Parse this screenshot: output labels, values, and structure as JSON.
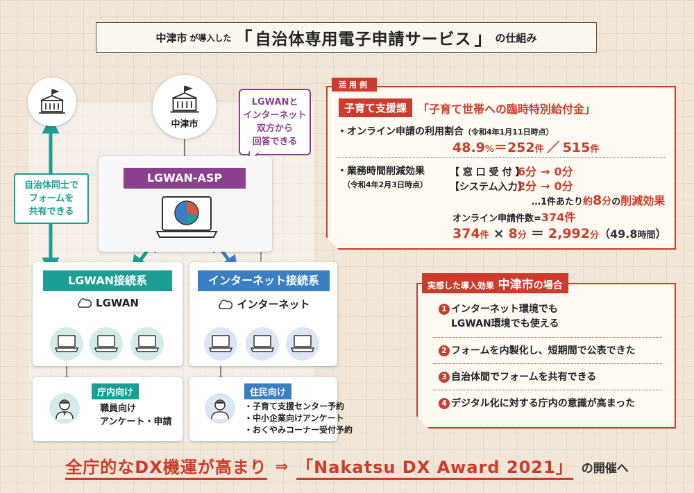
{
  "title": {
    "city": "中津市",
    "particle": "が導入した",
    "open_quote": "「",
    "service": "自治体専用電子申請サービス",
    "close_quote": "」",
    "suffix": "の仕組み"
  },
  "diagram": {
    "city_label": "中津市",
    "asp_label": "LGWAN-ASP",
    "callout_left": [
      "自治体同士で",
      "フォームを",
      "共有できる"
    ],
    "callout_right": [
      "LGWANと",
      "インターネット",
      "双方から",
      "回答できる"
    ],
    "lgwan_bar": "LGWAN接続系",
    "internet_bar": "インターネット接続系",
    "lgwan_net": "LGWAN",
    "internet_net": "インターネット",
    "staff_tag": "庁内向け",
    "staff_items": [
      "職員向け",
      "アンケート・申請"
    ],
    "resident_tag": "住民向け",
    "resident_items": [
      "・子育て支援センター予約",
      "・中小企業向けアンケート",
      "・おくやみコーナー受付予約"
    ]
  },
  "case": {
    "tag": "活用例",
    "dept": "子育て支援課",
    "program": "「子育て世帯への臨時特別給付金」",
    "usage_label": "・オンライン申請の利用割合",
    "usage_date": "（令和4年1月11日時点）",
    "usage_pct": "48.9",
    "usage_pct_unit": "%",
    "usage_eq": "＝",
    "usage_num": "252",
    "usage_num_unit": "件",
    "usage_slash": "／",
    "usage_den": "515",
    "usage_den_unit": "件",
    "time_label": "・業務時間削減効果",
    "time_date": "（令和4年2月3日時点）",
    "rows": [
      {
        "label": "【 窓 口 受 付 】",
        "before": "6分",
        "arrow": "→",
        "after": "0分"
      },
      {
        "label": "【システム入力】",
        "before": "2分",
        "arrow": "→",
        "after": "0分"
      }
    ],
    "per_case_pre": "…1件あたり",
    "per_case_approx": "約",
    "per_case_num": "8",
    "per_case_unit": "分",
    "per_case_no": "の",
    "per_case_effect": "削減効果",
    "online_label": "オンライン申請件数=",
    "online_num": "374件",
    "calc_a": "374",
    "calc_a_unit": "件",
    "calc_x": "×",
    "calc_b": "8",
    "calc_b_unit": "分",
    "calc_eq": "＝",
    "calc_result": "2,992",
    "calc_result_unit": "分",
    "calc_hours": "（49.8",
    "calc_hours_unit": "時間",
    "calc_close": "）"
  },
  "effects": {
    "tag_pre": "実感した導入効果",
    "tag_city": "中津市",
    "tag_post": "の場合",
    "items": [
      {
        "num": "1",
        "lines": [
          "インターネット環境でも",
          "LGWAN環境でも使える"
        ]
      },
      {
        "num": "2",
        "lines": [
          "フォームを内製化し、短期間で公表できた"
        ]
      },
      {
        "num": "3",
        "lines": [
          "自治体間でフォームを共有できる"
        ]
      },
      {
        "num": "4",
        "lines": [
          "デジタル化に対する庁内の意識が高まった"
        ]
      }
    ]
  },
  "footer": {
    "main": "全庁的なDX機運が高まり",
    "arrow": "⇒",
    "event": "「Nakatsu DX Award 2021」",
    "tail": "の開催へ"
  },
  "colors": {
    "accent_red": "#cc3b2b",
    "purple": "#8b3f8f",
    "teal": "#1a9f92",
    "blue": "#3a7ec4",
    "background": "#f1e6d8"
  },
  "icons": [
    "government-building-icon",
    "laptop-icon",
    "pie-chart-icon",
    "cloud-icon",
    "person-icon",
    "arrow-icon"
  ]
}
